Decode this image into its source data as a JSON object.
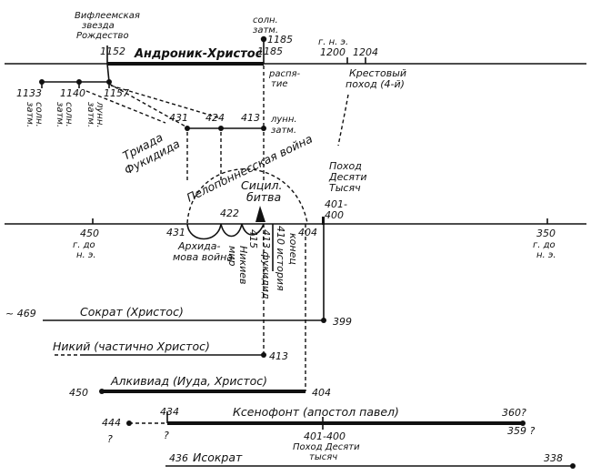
{
  "top_axis": {
    "star_label": [
      "Вифлеемская",
      "звезда",
      "Рождество"
    ],
    "eclipse_1185": [
      "солн.",
      "затм."
    ],
    "label_1185_top": "1185",
    "label_1152": "1152",
    "label_1185": "1185",
    "label_1200": "1200",
    "label_1204": "1204",
    "gne": "г. н. э.",
    "andronik": "Андроник-Христос",
    "crucifixion": [
      "распя-",
      "тие"
    ],
    "crusade": [
      "Крестовый",
      "поход (4-й)"
    ]
  },
  "medieval_eclipses": {
    "labels": [
      "1133",
      "1140",
      "1157"
    ],
    "eclipse_1133": [
      "солн.",
      "затм."
    ],
    "eclipse_1140": [
      "солн.",
      "затм."
    ],
    "eclipse_1157": [
      "лунн.",
      "затм."
    ]
  },
  "thucydides": {
    "labels": [
      "431",
      "424",
      "413"
    ],
    "lunar": [
      "лунн.",
      "затм."
    ],
    "triad": [
      "Триада",
      "Фукидида"
    ]
  },
  "bottom_axis": {
    "pelop_war": "Пелопоннесская война",
    "sicil": [
      "Сицил.",
      "битва"
    ],
    "march_ten_thousand": [
      "Поход",
      "Десяти",
      "Тысяч"
    ],
    "label_401_400": [
      "401-",
      "400"
    ],
    "label_450": "450",
    "label_350": "350",
    "bce_450": [
      "г. до",
      "н. э."
    ],
    "bce_350": [
      "г. до",
      "н. э."
    ],
    "label_431": "431",
    "label_422": "422",
    "label_404": "404",
    "archidamian": [
      "Архида-",
      "мова война"
    ],
    "nikiev": [
      "мир",
      "Никиев"
    ],
    "label_415": "415",
    "label_413_phukid": "413 фукидид",
    "label_410_history": "410 история",
    "end": "конец"
  },
  "persons": {
    "socrates": {
      "name": "Сократ (Христос)",
      "start": "~ 469",
      "end": "399"
    },
    "nikias": {
      "name": "Никий (частично Христос)",
      "end": "413"
    },
    "alcibiades": {
      "name": "Алкивиад (Иуда, Христос)",
      "start": "450",
      "end": "404"
    },
    "xenophon": {
      "name": "Ксенофонт (апостол павел)",
      "start": "444",
      "mid": "434",
      "end": "360?",
      "end2": "359 ?",
      "q1": "?",
      "q2": "?",
      "march_years": "401-400",
      "march": [
        "Поход Десяти",
        "тысяч"
      ]
    },
    "isocrates": {
      "name": "Исократ",
      "start": "436",
      "end": "338"
    }
  },
  "colors": {
    "ink": "#111111",
    "background": "#ffffff"
  }
}
